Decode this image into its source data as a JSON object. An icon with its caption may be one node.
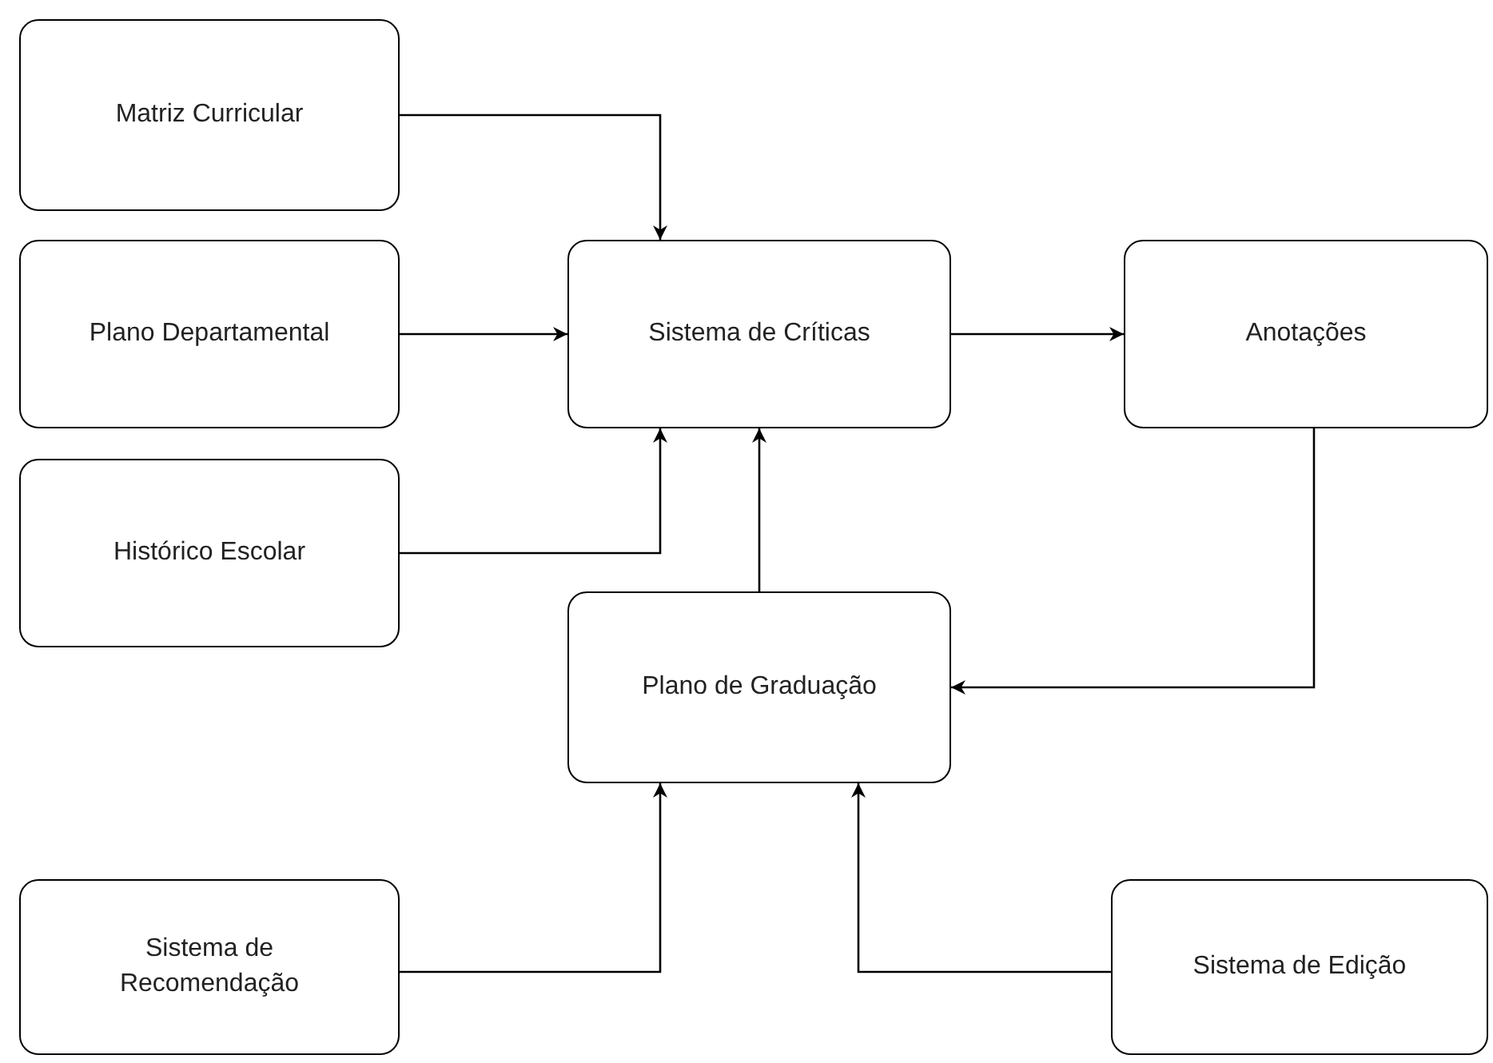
{
  "diagram": {
    "nodes": [
      {
        "text": [
          "Matriz Curricular"
        ]
      },
      {
        "text": [
          "Plano Departamental"
        ]
      },
      {
        "text": [
          "Sistema de Críticas"
        ]
      },
      {
        "text": [
          "Anotações"
        ]
      },
      {
        "text": [
          "Histórico Escolar"
        ]
      },
      {
        "text": [
          "Plano de Graduação"
        ]
      },
      {
        "text": [
          "Sistema de Recomendação"
        ]
      },
      {
        "text": [
          "Sistema de Edição"
        ]
      }
    ],
    "edges": [
      {
        "from": 0,
        "to": 2,
        "arrow": "to"
      },
      {
        "from": 1,
        "to": 2,
        "arrow": "to"
      },
      {
        "from": 4,
        "to": 2,
        "arrow": "to"
      },
      {
        "from": 5,
        "to": 2,
        "arrow": "to"
      },
      {
        "from": 2,
        "to": 3,
        "arrow": "to"
      },
      {
        "from": 3,
        "to": 5,
        "arrow": "to"
      },
      {
        "from": 6,
        "to": 5,
        "arrow": "to"
      },
      {
        "from": 7,
        "to": 5,
        "arrow": "to"
      }
    ]
  }
}
